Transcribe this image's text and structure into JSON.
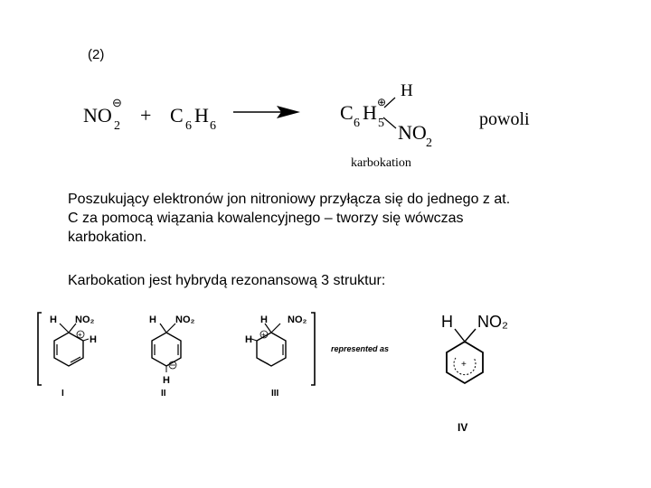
{
  "step_label": "(2)",
  "reaction": {
    "reactant1_main": "NO",
    "reactant1_sub": "2",
    "reactant1_charge": "⊖",
    "plus": "+",
    "reactant2_c": "C",
    "reactant2_c_sub": "6",
    "reactant2_h": "H",
    "reactant2_h_sub": "6",
    "product_h_top": "H",
    "product_c": "C",
    "product_c_sub": "6",
    "product_h": "H",
    "product_h_sub": "5",
    "product_charge": "⊕",
    "product_no": "NO",
    "product_no_sub": "2",
    "product_caption": "karbokation",
    "rate_label": "powoli"
  },
  "paragraph1": [
    "Poszukujący elektronów jon nitroniowy przyłącza się do jednego z at.",
    "C za pomocą wiązania kowalencyjnego – tworzy się wówczas",
    "karbokation."
  ],
  "paragraph2": "Karbokation jest hybrydą rezonansową 3 struktur:",
  "resonance": {
    "structures": [
      {
        "numeral": "I",
        "h": "H",
        "no2": "NO₂",
        "side_h": "H"
      },
      {
        "numeral": "II",
        "h": "H",
        "no2": "NO₂",
        "side_h": "H"
      },
      {
        "numeral": "III",
        "h": "H",
        "no2": "NO₂",
        "side_h": "H"
      }
    ],
    "represented_as": "represented as",
    "hybrid": {
      "numeral": "IV",
      "h": "H",
      "no2": "NO₂"
    }
  },
  "icons": [
    "reaction-arrow-icon",
    "benzene-ring-icon",
    "positive-charge-icon",
    "negative-charge-icon",
    "square-bracket-icon"
  ]
}
